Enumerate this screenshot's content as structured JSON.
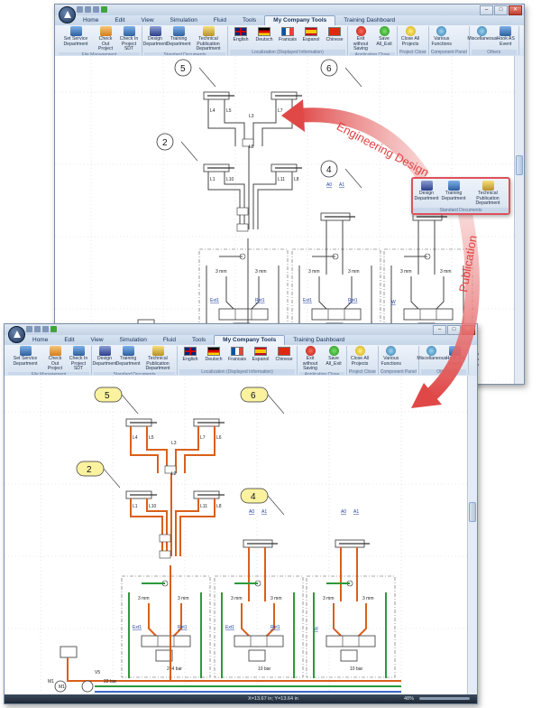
{
  "app": {
    "tabs": [
      "Home",
      "Edit",
      "View",
      "Simulation",
      "Fluid",
      "Tools",
      "My Company Tools",
      "Training Dashboard"
    ],
    "active_tab": "My Company Tools"
  },
  "ribbon": {
    "groups": [
      {
        "label": "File Management",
        "buttons": [
          {
            "label": "Set Service Department",
            "icon": "service-icon"
          },
          {
            "label": "Check Out Project",
            "icon": "checkout-icon"
          },
          {
            "label": "Check In Project SDT",
            "icon": "checkin-icon"
          }
        ]
      },
      {
        "label": "Standard Documents",
        "buttons": [
          {
            "label": "Design Department",
            "icon": "design-dept-icon"
          },
          {
            "label": "Training Department",
            "icon": "training-dept-icon"
          },
          {
            "label": "Technical Publication Department",
            "icon": "tech-pub-icon"
          }
        ]
      },
      {
        "label": "Localization (Displayed Information)",
        "buttons": [
          {
            "label": "English",
            "icon": "flag-uk-icon"
          },
          {
            "label": "Deutsch",
            "icon": "flag-de-icon"
          },
          {
            "label": "Francais",
            "icon": "flag-fr-icon"
          },
          {
            "label": "Espanol",
            "icon": "flag-es-icon"
          },
          {
            "label": "Chinese",
            "icon": "flag-cn-icon"
          }
        ]
      },
      {
        "label": "Application Close",
        "buttons": [
          {
            "label": "Exit without Saving",
            "icon": "red-circle-icon"
          },
          {
            "label": "Save All_Exit",
            "icon": "green-circle-icon"
          }
        ]
      },
      {
        "label": "Project Close",
        "buttons": [
          {
            "label": "Close All Projects",
            "icon": "yellow-circle-icon"
          }
        ]
      },
      {
        "label": "Component Panel",
        "buttons": [
          {
            "label": "Various Functions",
            "icon": "functions-icon"
          }
        ]
      },
      {
        "label": "Others",
        "buttons": [
          {
            "label": "Miscellaneous",
            "icon": "misc-icon"
          },
          {
            "label": "Hook AS Event",
            "icon": "hook-icon"
          }
        ]
      }
    ]
  },
  "callout": {
    "group_label": "Standard Documents",
    "buttons": [
      "Design Department",
      "Training Department",
      "Technical Publication Department"
    ]
  },
  "annotations": {
    "engineering": "Engineering Design",
    "publication": "Publication"
  },
  "diagram": {
    "callouts": [
      "5",
      "6",
      "2",
      "4"
    ],
    "labels": [
      "L4",
      "L5",
      "L3",
      "L7",
      "L6",
      "L2",
      "L1",
      "L10",
      "L11",
      "L8",
      "A0",
      "A1",
      "Ext1",
      "Ret1",
      "W",
      "3 mm",
      "3 mm",
      "234 bar",
      "10 bar",
      "10 bar",
      "V5",
      "22 bar",
      "M1"
    ]
  },
  "status": {
    "coords": "X=13.67 in; Y=13.64 in",
    "zoom": "48%"
  },
  "colors": {
    "pressure": "#d9601b",
    "return": "#2b9a3c",
    "drain": "#3a66c8",
    "annotation": "#e04040"
  }
}
